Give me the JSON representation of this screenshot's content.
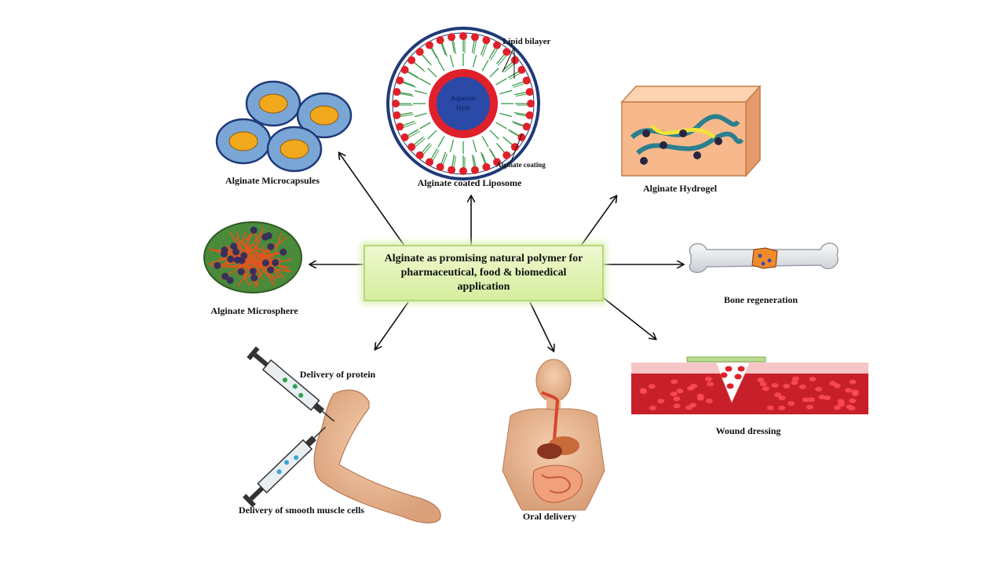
{
  "center": {
    "line1": "Alginate as promising natural polymer for",
    "line2": "pharmaceutical, food & biomedical",
    "line3": "application"
  },
  "nodes": {
    "microcapsules": "Alginate Microcapsules",
    "liposome": "Alginate coated Liposome",
    "hydrogel": "Alginate Hydrogel",
    "microsphere": "Alginate Microsphere",
    "bone": "Bone regeneration",
    "protein": "Delivery of protein",
    "smooth_muscle": "Delivery of smooth muscle cells",
    "oral": "Oral delivery",
    "wound": "Wound dressing"
  },
  "liposome_annotations": {
    "lipid_bilayer": "Lipid bilayer",
    "aqueous_1": "Aqueous",
    "aqueous_2": "layer",
    "alginate_coating": "Alginate coating"
  },
  "colors": {
    "center_fill": "#d6ee9e",
    "lipid_head": "#e0202a",
    "lipid_tail": "#3a9a4a",
    "aqueous": "#2b4aa8",
    "microcapsule_shell": "#7aa6d6",
    "microcapsule_core": "#f2a81d",
    "hydrogel_block": "#f7b98b",
    "microsphere": "#4a8a3a",
    "wound_tissue": "#c8202a"
  }
}
